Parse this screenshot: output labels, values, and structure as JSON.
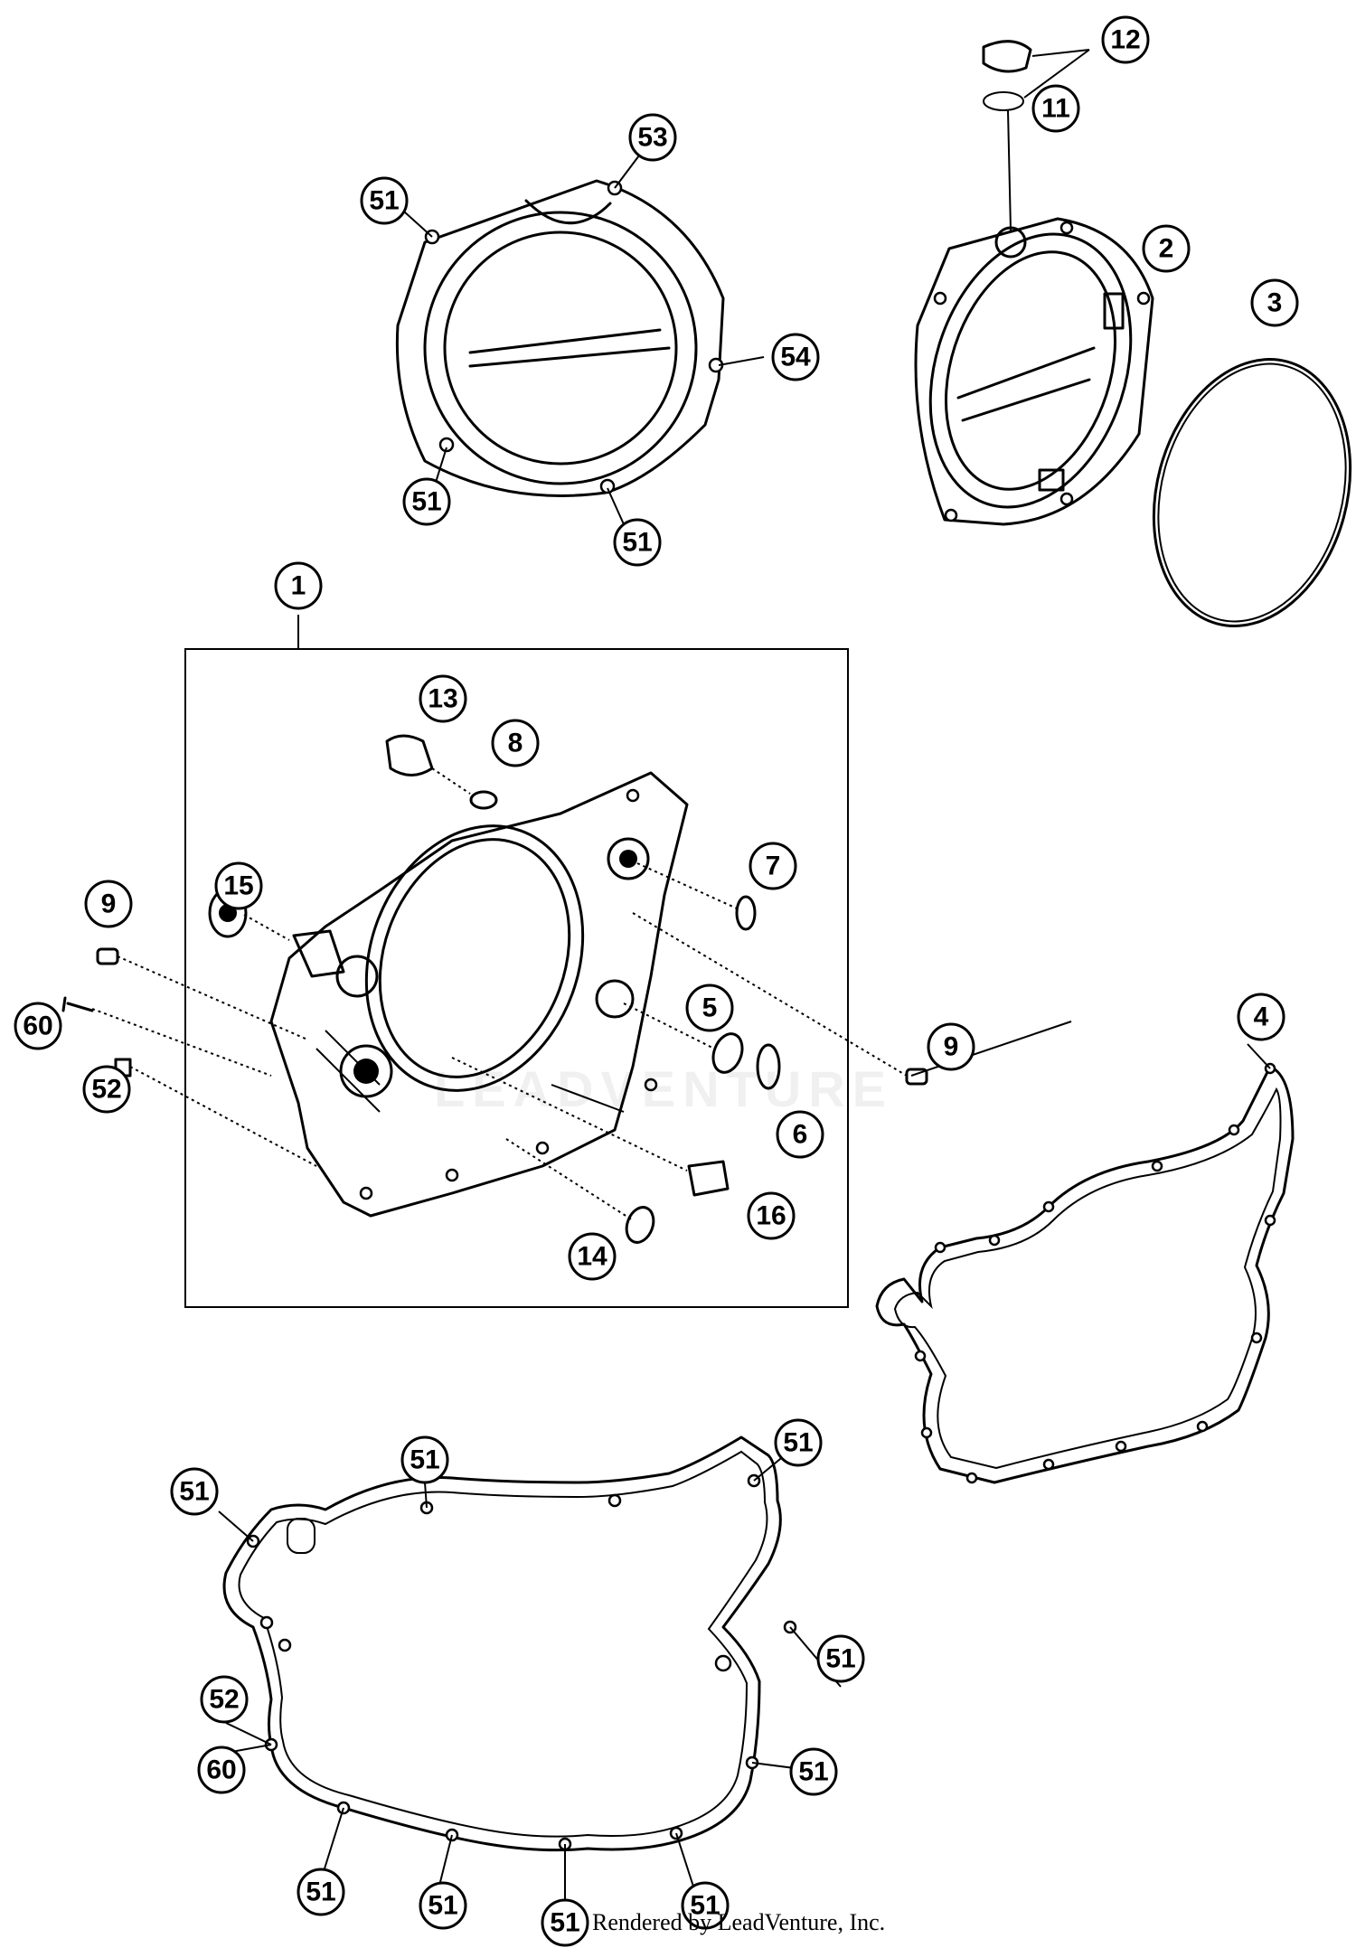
{
  "diagram": {
    "credit": "Rendered by LeadVenture, Inc.",
    "watermark": "LEADVENTURE",
    "callouts": [
      {
        "id": "c1",
        "label": "1"
      },
      {
        "id": "c2",
        "label": "2"
      },
      {
        "id": "c3",
        "label": "3"
      },
      {
        "id": "c4",
        "label": "4"
      },
      {
        "id": "c5",
        "label": "5"
      },
      {
        "id": "c6",
        "label": "6"
      },
      {
        "id": "c7",
        "label": "7"
      },
      {
        "id": "c8",
        "label": "8"
      },
      {
        "id": "c9a",
        "label": "9"
      },
      {
        "id": "c9b",
        "label": "9"
      },
      {
        "id": "c11",
        "label": "11"
      },
      {
        "id": "c12",
        "label": "12"
      },
      {
        "id": "c13",
        "label": "13"
      },
      {
        "id": "c14",
        "label": "14"
      },
      {
        "id": "c15",
        "label": "15"
      },
      {
        "id": "c16",
        "label": "16"
      },
      {
        "id": "c53",
        "label": "53"
      },
      {
        "id": "c54",
        "label": "54"
      },
      {
        "id": "c51a",
        "label": "51"
      },
      {
        "id": "c51b",
        "label": "51"
      },
      {
        "id": "c51c",
        "label": "51"
      },
      {
        "id": "c60a",
        "label": "60"
      },
      {
        "id": "c52a",
        "label": "52"
      },
      {
        "id": "c51d",
        "label": "51"
      },
      {
        "id": "c51e",
        "label": "51"
      },
      {
        "id": "c51f",
        "label": "51"
      },
      {
        "id": "c51g",
        "label": "51"
      },
      {
        "id": "c51h",
        "label": "51"
      },
      {
        "id": "c51i",
        "label": "51"
      },
      {
        "id": "c51j",
        "label": "51"
      },
      {
        "id": "c51k",
        "label": "51"
      },
      {
        "id": "c51l",
        "label": "51"
      },
      {
        "id": "c52b",
        "label": "52"
      },
      {
        "id": "c60b",
        "label": "60"
      }
    ]
  }
}
